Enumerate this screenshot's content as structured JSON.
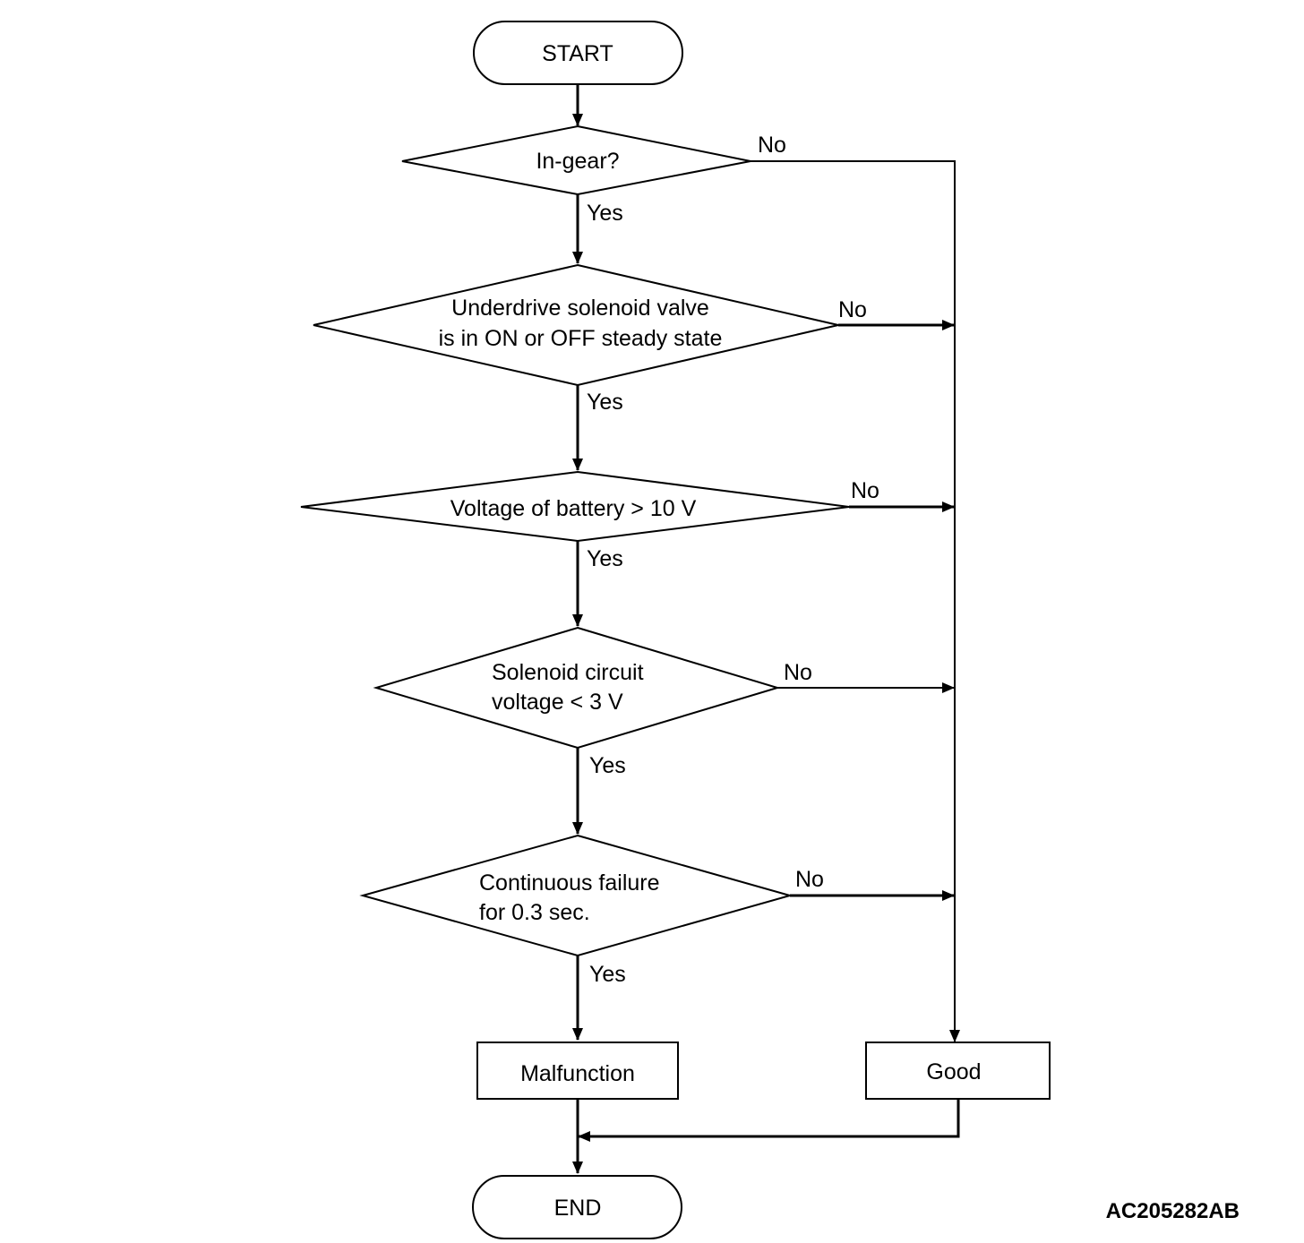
{
  "nodes": {
    "start": "START",
    "in_gear": "In-gear?",
    "underdrive_line1": "Underdrive solenoid valve",
    "underdrive_line2": "is in ON or OFF steady state",
    "battery": "Voltage of battery > 10 V",
    "circuit_line1": "Solenoid circuit",
    "circuit_line2": "voltage < 3 V",
    "continuous_line1": "Continuous failure",
    "continuous_line2": "for 0.3 sec.",
    "malfunction": "Malfunction",
    "good": "Good",
    "end": "END"
  },
  "branch_labels": {
    "yes": "Yes",
    "no": "No"
  },
  "figure_code": "AC205282AB",
  "colors": {
    "line": "#000000",
    "fill": "#ffffff"
  }
}
